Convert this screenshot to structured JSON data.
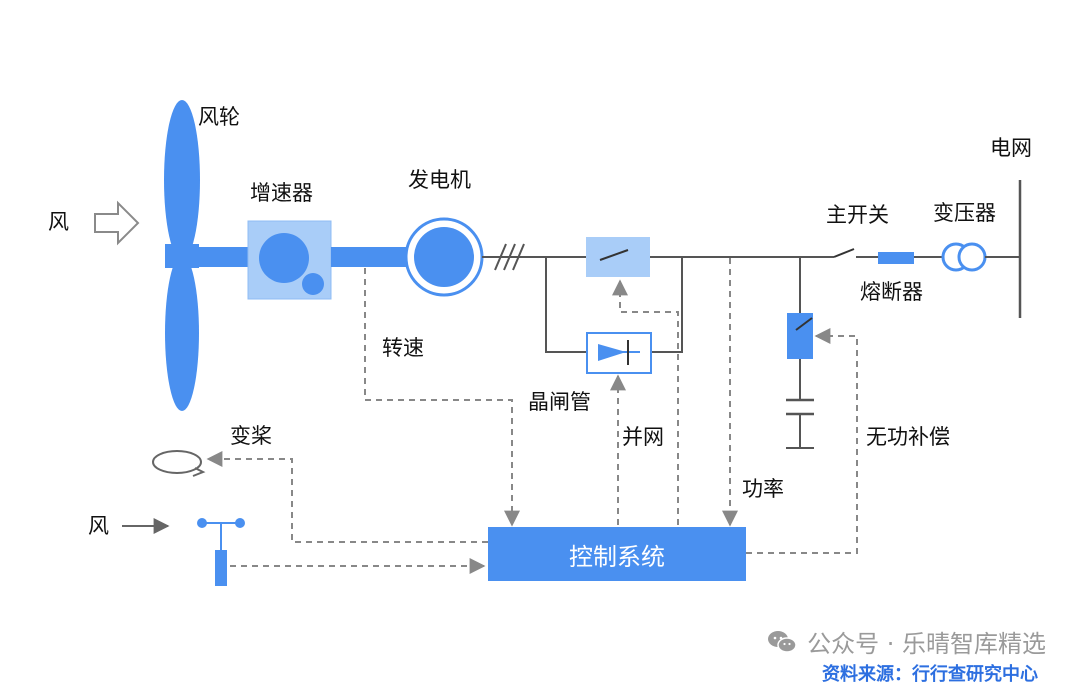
{
  "colors": {
    "blue": "#4a90f0",
    "light_blue": "#a9cdf8",
    "line": "#555555",
    "dash": "#888888"
  },
  "labels": {
    "wind_left": "风",
    "rotor": "风轮",
    "gearbox": "增速器",
    "generator": "发电机",
    "main_switch": "主开关",
    "transformer": "变压器",
    "grid": "电网",
    "fuse": "熔断器",
    "speed": "转速",
    "thyristor": "晶闸管",
    "grid_connect": "并网",
    "reactive_comp": "无功补偿",
    "power": "功率",
    "pitch": "变桨",
    "wind_bottom": "风",
    "control_system": "控制系统"
  },
  "watermark": {
    "icon": "wechat-icon",
    "text": "公众号 · 乐晴智库精选",
    "source": "资料来源：行行查研究中心"
  }
}
